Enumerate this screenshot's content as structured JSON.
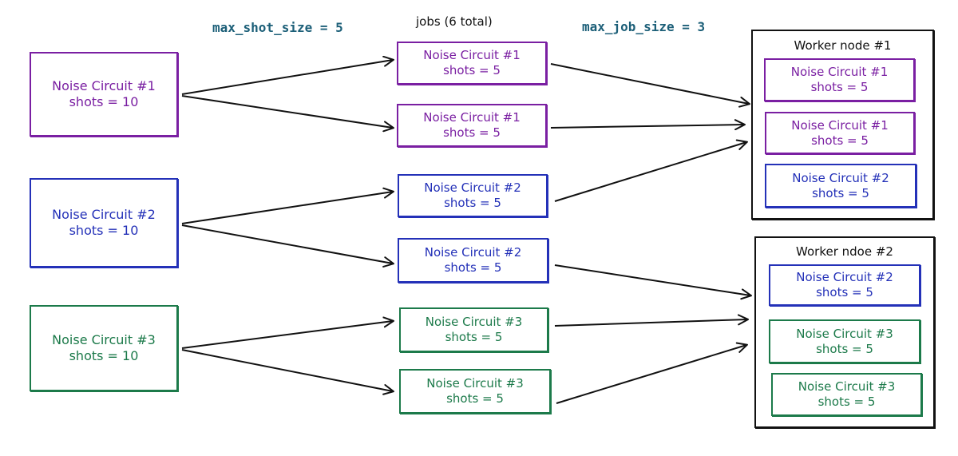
{
  "params": {
    "max_shot_size": "max_shot_size = 5",
    "max_job_size": "max_job_size = 3",
    "jobs_header": "jobs (6 total)"
  },
  "circuits": [
    {
      "name": "Noise Circuit #1",
      "shots": "shots = 10",
      "color": "#7a1fa2"
    },
    {
      "name": "Noise Circuit #2",
      "shots": "shots = 10",
      "color": "#2431b8"
    },
    {
      "name": "Noise Circuit #3",
      "shots": "shots = 10",
      "color": "#1c7a4a"
    }
  ],
  "jobs": [
    {
      "name": "Noise Circuit #1",
      "shots": "shots = 5"
    },
    {
      "name": "Noise Circuit #1",
      "shots": "shots = 5"
    },
    {
      "name": "Noise Circuit #2",
      "shots": "shots = 5"
    },
    {
      "name": "Noise Circuit #2",
      "shots": "shots = 5"
    },
    {
      "name": "Noise Circuit #3",
      "shots": "shots = 5"
    },
    {
      "name": "Noise Circuit #3",
      "shots": "shots = 5"
    }
  ],
  "workers": [
    {
      "title": "Worker node #1",
      "jobs": [
        {
          "name": "Noise Circuit #1",
          "shots": "shots = 5"
        },
        {
          "name": "Noise Circuit #1",
          "shots": "shots = 5"
        },
        {
          "name": "Noise Circuit #2",
          "shots": "shots = 5"
        }
      ]
    },
    {
      "title": "Worker ndoe #2",
      "jobs": [
        {
          "name": "Noise Circuit #2",
          "shots": "shots = 5"
        },
        {
          "name": "Noise Circuit #3",
          "shots": "shots = 5"
        },
        {
          "name": "Noise Circuit #3",
          "shots": "shots = 5"
        }
      ]
    }
  ]
}
